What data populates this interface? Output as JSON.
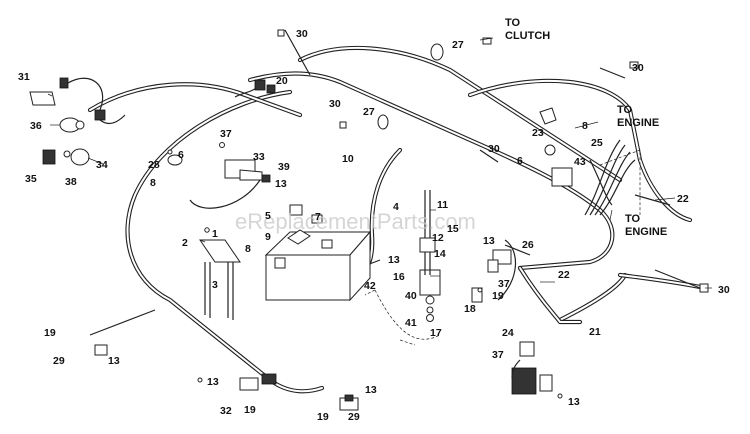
{
  "watermark": "eReplacementParts.com",
  "callouts": {
    "to_clutch_line1": "TO",
    "to_clutch_line2": "CLUTCH",
    "to_engine_top_line1": "TO",
    "to_engine_top_line2": "ENGINE",
    "to_engine_bottom_line1": "TO",
    "to_engine_bottom_line2": "ENGINE"
  },
  "part_numbers": {
    "p30a": "30",
    "p27a": "27",
    "p30b": "30",
    "p31": "31",
    "p20": "20",
    "p36": "36",
    "p30c": "30",
    "p27b": "27",
    "p8a": "8",
    "p23": "23",
    "p25": "25",
    "p37a": "37",
    "p33": "33",
    "p10": "10",
    "p30d": "30",
    "p6a": "6",
    "p43": "43",
    "p28": "28",
    "p6b": "6",
    "p39": "39",
    "p34": "34",
    "p35": "35",
    "p38": "38",
    "p8b": "8",
    "p13a": "13",
    "p22a": "22",
    "p11": "11",
    "p5": "5",
    "p4": "4",
    "p7": "7",
    "p9": "9",
    "p1": "1",
    "p2": "2",
    "p8c": "8",
    "p15": "15",
    "p12": "12",
    "p13b": "13",
    "p26": "26",
    "p13c": "13",
    "p14": "14",
    "p16": "16",
    "p37b": "37",
    "p22b": "22",
    "p42": "42",
    "p3": "3",
    "p40": "40",
    "p18": "18",
    "p19a": "19",
    "p30e": "30",
    "p41": "41",
    "p17": "17",
    "p21": "21",
    "p19b": "19",
    "p24": "24",
    "p29a": "29",
    "p13d": "13",
    "p37c": "37",
    "p13e": "13",
    "p13f": "13",
    "p32": "32",
    "p19c": "19",
    "p19d": "19",
    "p29b": "29",
    "p13g": "13"
  }
}
